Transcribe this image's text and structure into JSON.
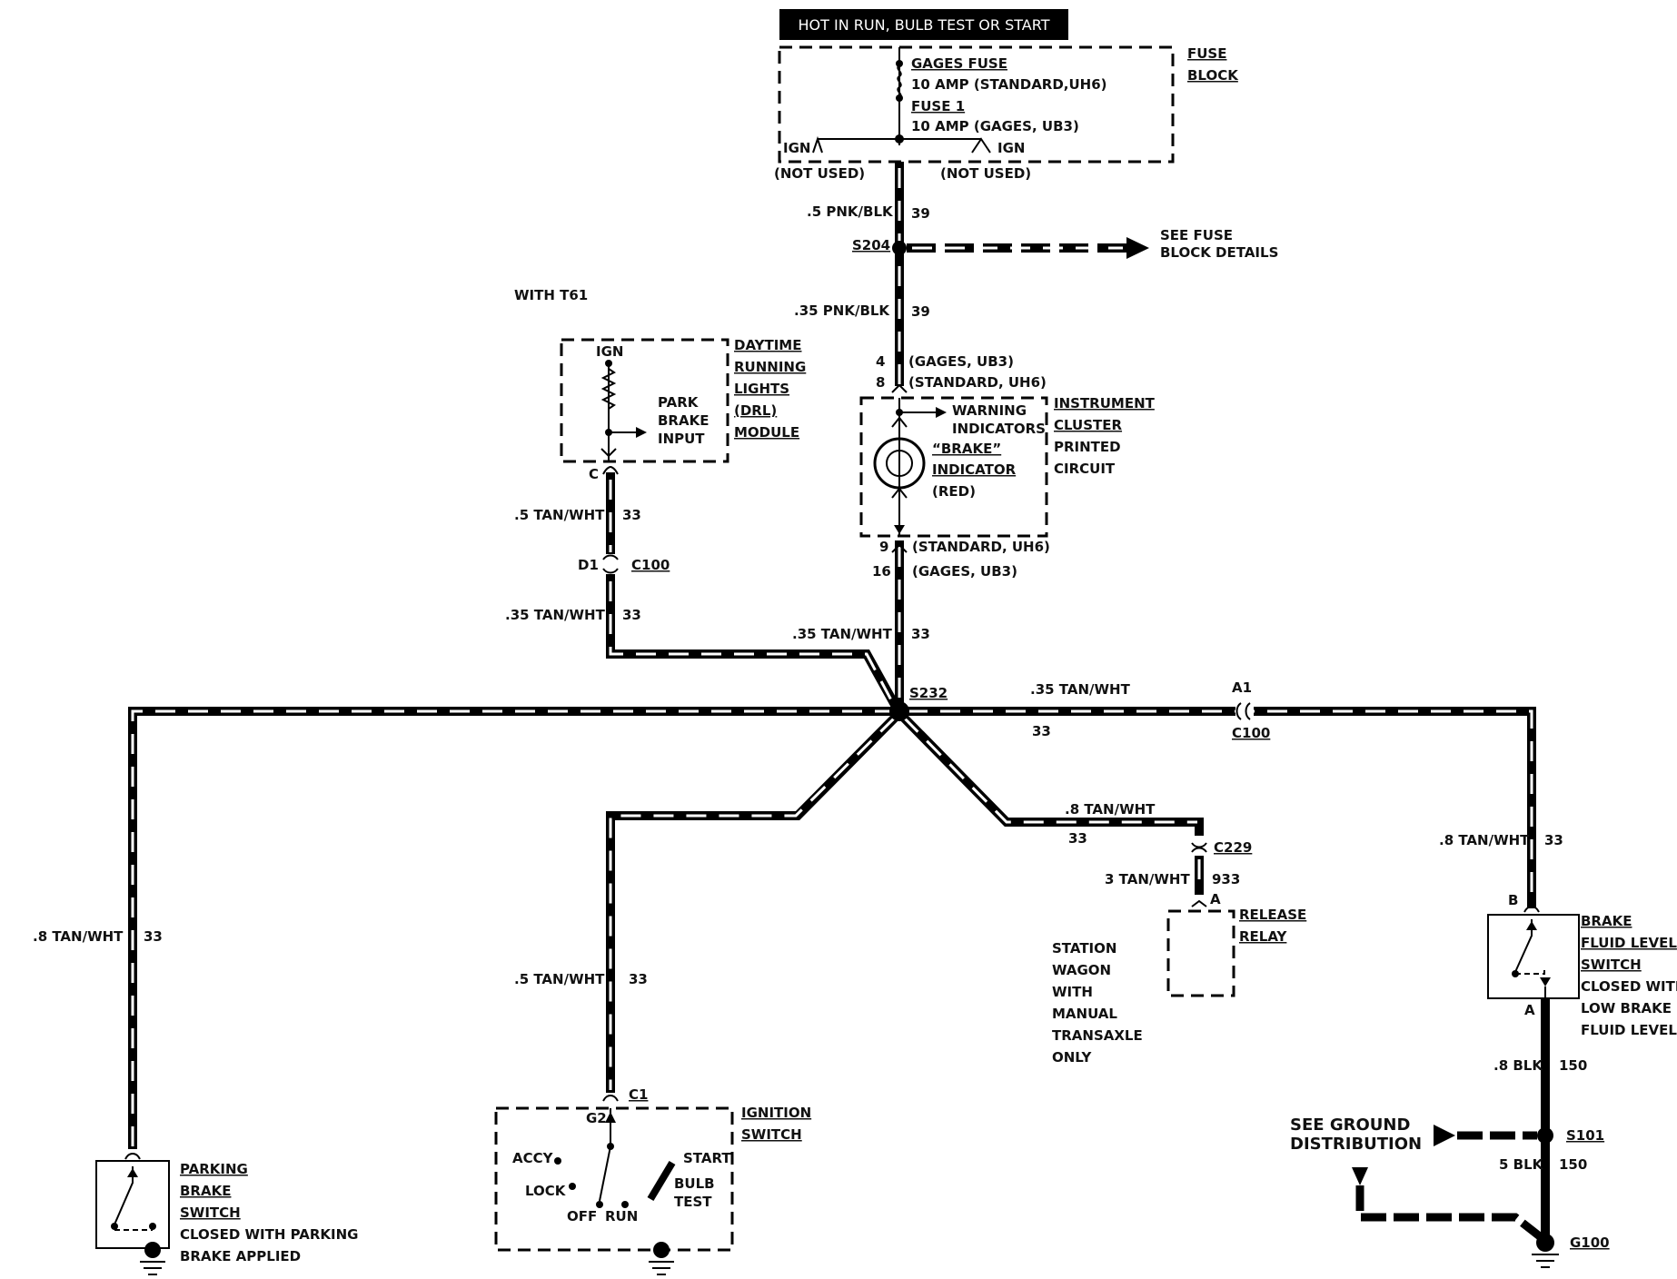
{
  "header": {
    "power_label": "HOT IN RUN, BULB TEST OR START"
  },
  "fuse_block": {
    "title_line1": "FUSE",
    "title_line2": "BLOCK",
    "gages_fuse": "GAGES FUSE",
    "gages_fuse_rating": "10 AMP (STANDARD,UH6)",
    "fuse1": "FUSE 1",
    "fuse1_rating": "10 AMP (GAGES, UB3)",
    "ign_left": "IGN",
    "ign_right": "IGN",
    "not_used_left": "(NOT USED)",
    "not_used_right": "(NOT USED)"
  },
  "splices": {
    "s204": "S204",
    "s204_note_line1": "SEE FUSE",
    "s204_note_line2": "BLOCK DETAILS",
    "s232": "S232",
    "s101": "S101",
    "g100": "G100"
  },
  "wires": {
    "w1_gauge": ".5 PNK/BLK",
    "w1_circuit": "39",
    "w2_gauge": ".35 PNK/BLK",
    "w2_circuit": "39",
    "drl_out_gauge": ".5 TAN/WHT",
    "drl_out_circuit": "33",
    "drl_c100_gauge": ".35 TAN/WHT",
    "drl_c100_circuit": "33",
    "cluster_out_gauge": ".35 TAN/WHT",
    "cluster_out_circuit": "33",
    "right_gauge": ".35 TAN/WHT",
    "right_circuit": "33",
    "relay_gauge": ".8 TAN/WHT",
    "relay_circuit": "33",
    "relay_in_gauge": "3 TAN/WHT",
    "relay_in_circuit": "933",
    "brake_fluid_gauge": ".8 TAN/WHT",
    "brake_fluid_circuit": "33",
    "parking_gauge": ".8 TAN/WHT",
    "parking_circuit": "33",
    "ignition_gauge": ".5 TAN/WHT",
    "ignition_circuit": "33",
    "ground1_gauge": ".8 BLK",
    "ground1_circuit": "150",
    "ground2_gauge": "5 BLK",
    "ground2_circuit": "150"
  },
  "drl_module": {
    "with_note": "WITH T61",
    "ign": "IGN",
    "park_line1": "PARK",
    "park_line2": "BRAKE",
    "park_line3": "INPUT",
    "title_line1": "DAYTIME",
    "title_line2": "RUNNING",
    "title_line3": "LIGHTS",
    "title_line4": "(DRL)",
    "title_line5": "MODULE",
    "pin": "C",
    "conn_pin": "D1",
    "conn": "C100"
  },
  "instrument_cluster": {
    "pin_top1": "4",
    "pin_top1_note": "(GAGES, UB3)",
    "pin_top2": "8",
    "pin_top2_note": "(STANDARD, UH6)",
    "warning_line1": "WARNING",
    "warning_line2": "INDICATORS",
    "brake_line1": "“BRAKE”",
    "brake_line2": "INDICATOR",
    "brake_color": "(RED)",
    "title_line1": "INSTRUMENT",
    "title_line2": "CLUSTER",
    "title_line3": "PRINTED",
    "title_line4": "CIRCUIT",
    "pin_bot1": "9",
    "pin_bot1_note": "(STANDARD, UH6)",
    "pin_bot2": "16",
    "pin_bot2_note": "(GAGES, UB3)"
  },
  "c100_right": {
    "pin": "A1",
    "conn": "C100"
  },
  "release_relay": {
    "conn": "C229",
    "pin": "A",
    "title_line1": "RELEASE",
    "title_line2": "RELAY",
    "note_line1": "STATION",
    "note_line2": "WAGON",
    "note_line3": "WITH",
    "note_line4": "MANUAL",
    "note_line5": "TRANSAXLE",
    "note_line6": "ONLY"
  },
  "brake_fluid_switch": {
    "pin_top": "B",
    "pin_bot": "A",
    "title_line1": "BRAKE",
    "title_line2": "FLUID LEVEL",
    "title_line3": "SWITCH",
    "desc_line1": "CLOSED WITH",
    "desc_line2": "LOW BRAKE",
    "desc_line3": "FLUID LEVEL"
  },
  "ground_dist": {
    "line1": "SEE GROUND",
    "line2": "DISTRIBUTION"
  },
  "parking_brake_switch": {
    "title_line1": "PARKING",
    "title_line2": "BRAKE",
    "title_line3": "SWITCH",
    "desc_line1": "CLOSED WITH PARKING",
    "desc_line2": "BRAKE APPLIED"
  },
  "ignition_switch": {
    "conn": "C1",
    "pin": "G2",
    "title_line1": "IGNITION",
    "title_line2": "SWITCH",
    "accy": "ACCY",
    "lock": "LOCK",
    "off": "OFF",
    "run": "RUN",
    "start": "START",
    "bulb": "BULB",
    "test": "TEST"
  }
}
